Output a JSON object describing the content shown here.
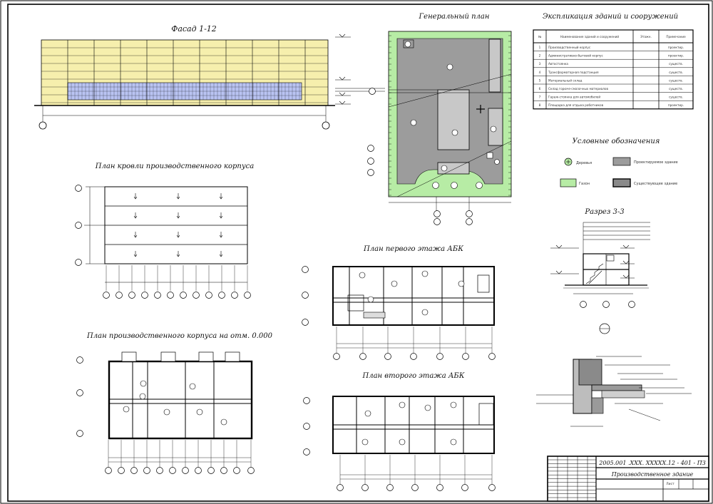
{
  "titles": {
    "facade": "Фасад 1-12",
    "genplan": "Генеральный план",
    "explication": "Экспликация зданий и сооружений",
    "legend": "Условные обозначения",
    "section": "Разрез 3-3",
    "roof_plan": "План кровли производственного корпуса",
    "abk_first": "План первого этажа АБК",
    "abk_second": "План второго этажа АБК",
    "prod_plan": "План производственного корпуса на отм. 0.000"
  },
  "explication_table": {
    "headers": [
      "№",
      "Наименование зданий и сооружений",
      "Этажн.",
      "Примечание"
    ],
    "rows": [
      [
        "1",
        "Производственный корпус",
        "",
        "проектир."
      ],
      [
        "2",
        "Административно-бытовой корпус",
        "",
        "проектир."
      ],
      [
        "3",
        "Автостоянка",
        "",
        "существ."
      ],
      [
        "4",
        "Трансформаторная подстанция",
        "",
        "существ."
      ],
      [
        "5",
        "Материальный склад",
        "",
        "существ."
      ],
      [
        "6",
        "Склад горюче-смазочных материалов",
        "",
        "существ."
      ],
      [
        "7",
        "Гараж-стоянка для автомобилей",
        "",
        "существ."
      ],
      [
        "8",
        "Площадка для отдыха работников",
        "",
        "проектир."
      ]
    ]
  },
  "legend_items": [
    {
      "symbol": "tree",
      "label": "Деревья"
    },
    {
      "symbol": "building",
      "label": "Проектируемое здание"
    },
    {
      "symbol": "lawn",
      "label": "Газон"
    },
    {
      "symbol": "existing",
      "label": "Существующее здание"
    }
  ],
  "title_block": {
    "code": "2005.001 .ХХХ. ХХХХХ.12 - 401 - ПЗ",
    "name": "Производственное здание",
    "sheet_label": "Лист"
  },
  "colors": {
    "facade_panel": "#f6efad",
    "facade_window": "#b9c3f2",
    "site_green": "#b7eca5",
    "site_grey": "#9c9c9c",
    "building_fill": "#c8c8c8",
    "line": "#000000"
  }
}
